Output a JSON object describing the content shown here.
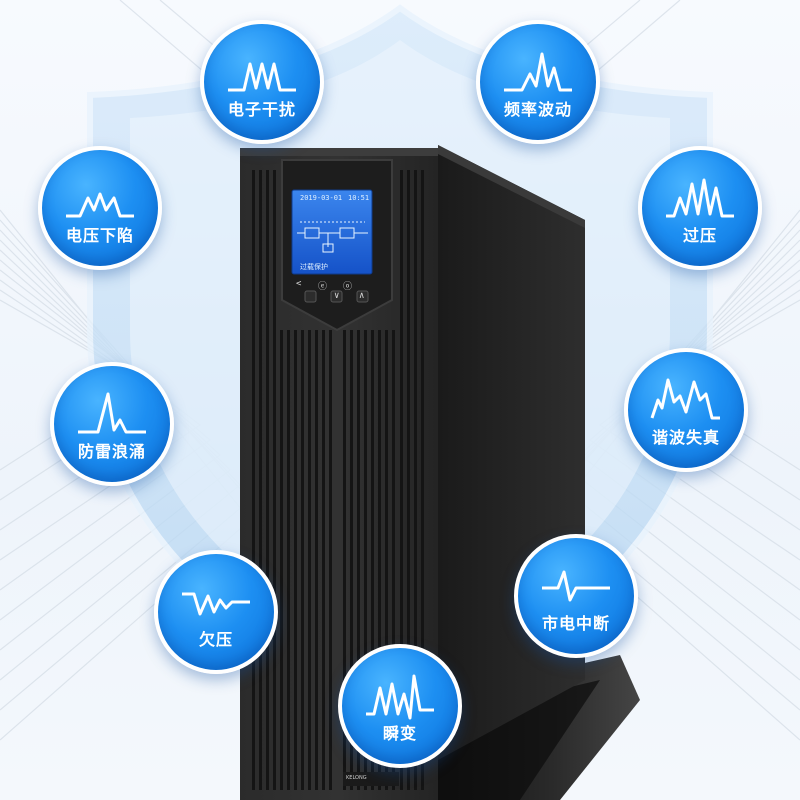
{
  "scene": "ups-power-protection",
  "colors": {
    "badge_blue": "#1d8ff2",
    "shield_blue": "#bfdcf5",
    "cabinet": "#262626",
    "lcd": "#1c63d8"
  },
  "lcd": {
    "date": "2019-03-01",
    "time": "10:51",
    "status": "过载保护"
  },
  "panel_buttons": [
    "<",
    "ⓔ",
    "∨",
    "ⓞ",
    "∧"
  ],
  "brand": {
    "logo_text": "KELONG"
  },
  "badges": [
    {
      "key": "emi",
      "label": "电子干扰",
      "icon": "waveform-emi-icon"
    },
    {
      "key": "freq",
      "label": "频率波动",
      "icon": "waveform-frequency-icon"
    },
    {
      "key": "sag",
      "label": "电压下陷",
      "icon": "waveform-sag-icon"
    },
    {
      "key": "over",
      "label": "过压",
      "icon": "waveform-overvoltage-icon"
    },
    {
      "key": "surge",
      "label": "防雷浪涌",
      "icon": "waveform-surge-icon"
    },
    {
      "key": "harmonic",
      "label": "谐波失真",
      "icon": "waveform-harmonic-icon"
    },
    {
      "key": "under",
      "label": "欠压",
      "icon": "waveform-undervoltage-icon"
    },
    {
      "key": "outage",
      "label": "市电中断",
      "icon": "waveform-outage-icon"
    },
    {
      "key": "transient",
      "label": "瞬变",
      "icon": "waveform-transient-icon"
    }
  ]
}
